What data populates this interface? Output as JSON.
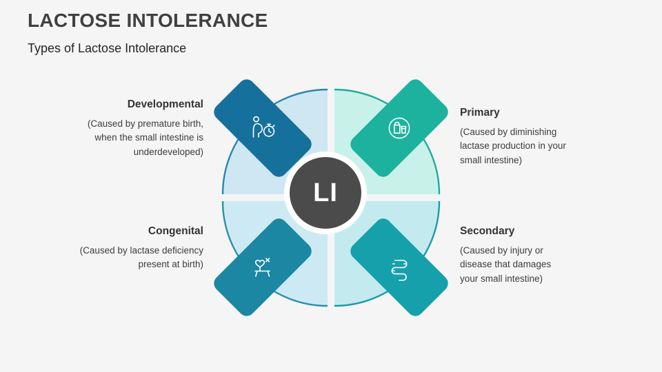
{
  "slide": {
    "title": "LACTOSE INTOLERANCE",
    "subtitle": "Types of Lactose Intolerance"
  },
  "diagram": {
    "center_label": "LI",
    "items": [
      {
        "label": "Developmental",
        "description": "(Caused by premature birth, when the small intestine is underdeveloped)",
        "icon": "pregnant-stopwatch-icon",
        "tab_color": "#16709c",
        "segment_color": "#cfe7f2",
        "segment_stroke": "#2a86ac"
      },
      {
        "label": "Primary",
        "description": "(Caused by diminishing lactase production in your small intestine)",
        "icon": "milk-products-icon",
        "tab_color": "#1cb29e",
        "segment_color": "#c8f2e9",
        "segment_stroke": "#22ab9a"
      },
      {
        "label": "Congenital",
        "description": "(Caused by lactase deficiency present at birth)",
        "icon": "newborn-care-icon",
        "tab_color": "#1b87a3",
        "segment_color": "#cdeaf4",
        "segment_stroke": "#2a8fae"
      },
      {
        "label": "Secondary",
        "description": "(Caused by injury or disease that damages your small intestine)",
        "icon": "intestine-icon",
        "tab_color": "#15a0ab",
        "segment_color": "#c3eaee",
        "segment_stroke": "#1b9aa8"
      }
    ]
  },
  "colors": {
    "background": "#f5f5f6",
    "title_text": "#3f4040",
    "center_circle": "#4b4b4b",
    "center_ring": "#ffffff"
  }
}
